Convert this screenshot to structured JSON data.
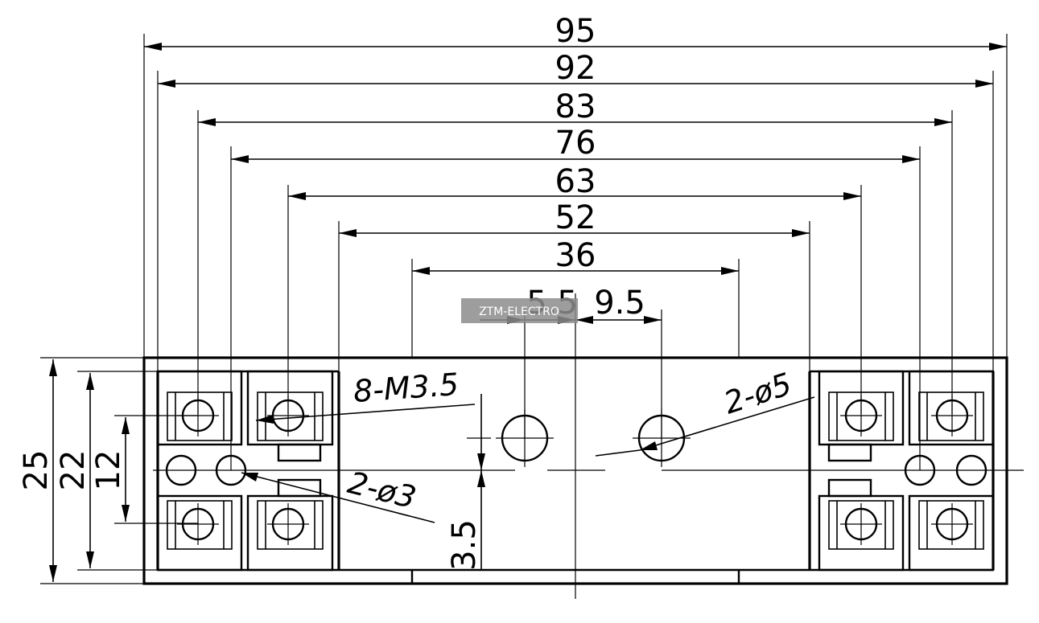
{
  "horizontal_dims": [
    "95",
    "92",
    "83",
    "76",
    "63",
    "52",
    "36"
  ],
  "small_dims": [
    "5.5",
    "9.5"
  ],
  "vertical_dims": [
    "25",
    "22",
    "12",
    "3.5"
  ],
  "labels": {
    "screws": "8-M3.5",
    "mount_holes": "2-ø5",
    "small_holes": "2-ø3"
  },
  "watermark": "ZTM-ELECTRO",
  "colors": {
    "line": "#000000",
    "background": "#ffffff",
    "watermark": "#8c8c8c"
  }
}
